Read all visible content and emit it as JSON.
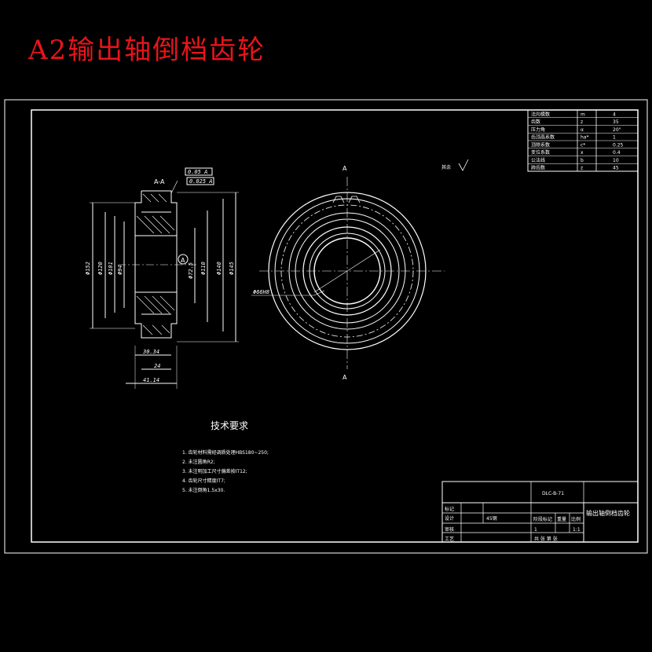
{
  "title": "A2输出轴倒档齿轮",
  "colors": {
    "background": "#000000",
    "lines": "#ffffff",
    "title": "#e8141b"
  },
  "parameter_table": {
    "rows": [
      {
        "name": "法向模数",
        "symbol": "m",
        "value": "4"
      },
      {
        "name": "齿数",
        "symbol": "z",
        "value": "35"
      },
      {
        "name": "压力角",
        "symbol": "α",
        "value": "20°"
      },
      {
        "name": "齿顶高系数",
        "symbol": "ha*",
        "value": "1"
      },
      {
        "name": "顶隙系数",
        "symbol": "c*",
        "value": "0.25"
      },
      {
        "name": "变位系数",
        "symbol": "x",
        "value": "0.4"
      },
      {
        "name": "公法线",
        "symbol": "b",
        "value": "10"
      },
      {
        "name": "跨齿数",
        "symbol": "z",
        "value": "45"
      }
    ]
  },
  "section_view": {
    "label": "A-A",
    "dims": {
      "d1": "Φ152",
      "d2": "Φ120",
      "d3": "Φ101",
      "d4": "Φ94",
      "d5": "Φ72.5",
      "d6": "Φ110",
      "d7": "Φ140",
      "d8": "Φ145",
      "w1": "30.34",
      "w2": "24",
      "w3": "41.14"
    },
    "datum": "A",
    "tolerances": [
      "0.05 A",
      "0.025 A"
    ]
  },
  "front_view": {
    "section_mark_top": "A",
    "section_mark_bottom": "A",
    "diameter": "Φ66H8",
    "surface_note": "其余"
  },
  "tech_requirements": {
    "heading": "技术要求",
    "items": [
      "1. 齿轮材料需经调质处理HBS180~250;",
      "2. 未注圆角R2;",
      "3. 未注明加工尺寸偏差按IT12;",
      "4. 齿轮尺寸精度IT7;",
      "5. 未注倒角1.5x30."
    ]
  },
  "title_block": {
    "drawing_no": "DLC-B-71",
    "part_name": "输出轴倒档齿轮",
    "material": "45钢",
    "scale": "1:1",
    "labels": {
      "mark": "标记",
      "design": "设计",
      "review": "审核",
      "process": "工艺",
      "stage": "阶段标记",
      "weight": "重量",
      "ratio": "比例",
      "sheet": "共 张 第 张"
    },
    "quantity": "1"
  }
}
